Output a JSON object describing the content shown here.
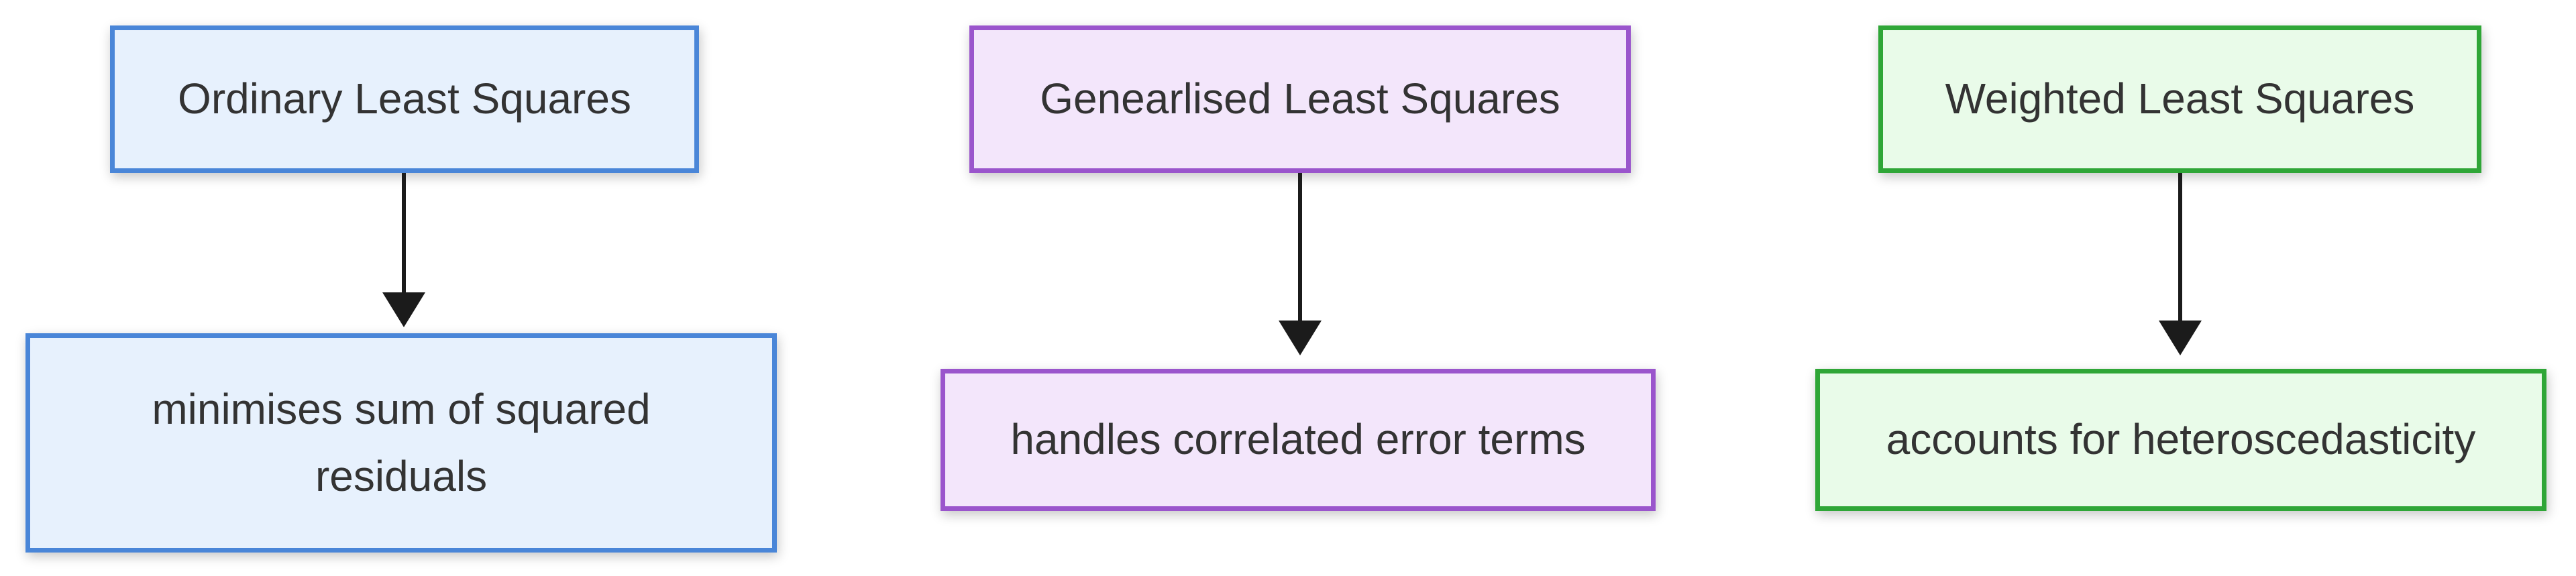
{
  "diagram": {
    "type": "flowchart",
    "direction": "top-down",
    "background": "#ffffff",
    "text_color": "#333333",
    "arrow_color": "#1b1b1b",
    "columns": [
      {
        "id": "ols",
        "node": "Ordinary Least Squares",
        "description": "minimises sum of squared residuals",
        "colors": {
          "border": "#4a86d8",
          "fill": "#e7f1fd"
        }
      },
      {
        "id": "gls",
        "node": "Genearlised Least Squares",
        "description": "handles correlated error terms",
        "colors": {
          "border": "#9a55cc",
          "fill": "#f3e6fb"
        }
      },
      {
        "id": "wls",
        "node": "Weighted Least Squares",
        "description": "accounts for heteroscedasticity",
        "colors": {
          "border": "#2fa637",
          "fill": "#e9fbe9"
        }
      }
    ],
    "edges": [
      {
        "from": "Ordinary Least Squares",
        "to": "minimises sum of squared residuals"
      },
      {
        "from": "Genearlised Least Squares",
        "to": "handles correlated error terms"
      },
      {
        "from": "Weighted Least Squares",
        "to": "accounts for heteroscedasticity"
      }
    ]
  }
}
